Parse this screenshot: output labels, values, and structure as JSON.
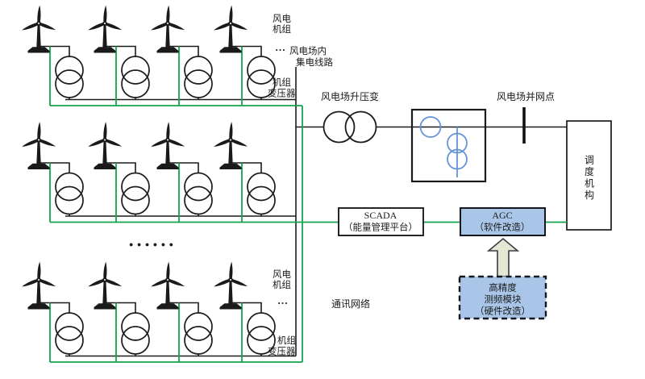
{
  "diagram_title_implicit": "wind-farm-agc-frequency-control-schematic",
  "labels": {
    "turbine_group_line1": "风电",
    "turbine_group_line2": "机组",
    "ellipsis_small": "…",
    "collection_prefix": "…",
    "collection_line1": "风电场内",
    "collection_line2": "集电线路",
    "unit_transformer_line1": "机组",
    "unit_transformer_line2": "变压器",
    "stepup_transformer": "风电场升压变",
    "grid_connection_point": "风电场并网点",
    "comm_network": "通讯网络",
    "row_ellipsis": "●●●●●●"
  },
  "boxes": {
    "dispatch": {
      "chars": [
        "调",
        "度",
        "机",
        "构"
      ]
    },
    "scada": {
      "line1": "SCADA",
      "line2": "（能量管理平台）"
    },
    "agc": {
      "line1": "AGC",
      "line2": "（软件改造）"
    },
    "freq_module": {
      "line1": "高精度",
      "line2": "测频模块",
      "line3": "（硬件改造）"
    }
  },
  "colors": {
    "power_line": "#1b1b1b",
    "comm_line": "#15a24c",
    "module_fill": "#a9c6e9",
    "device_stroke": "#6494d8",
    "arrow_fill": "#e4e7d4"
  }
}
